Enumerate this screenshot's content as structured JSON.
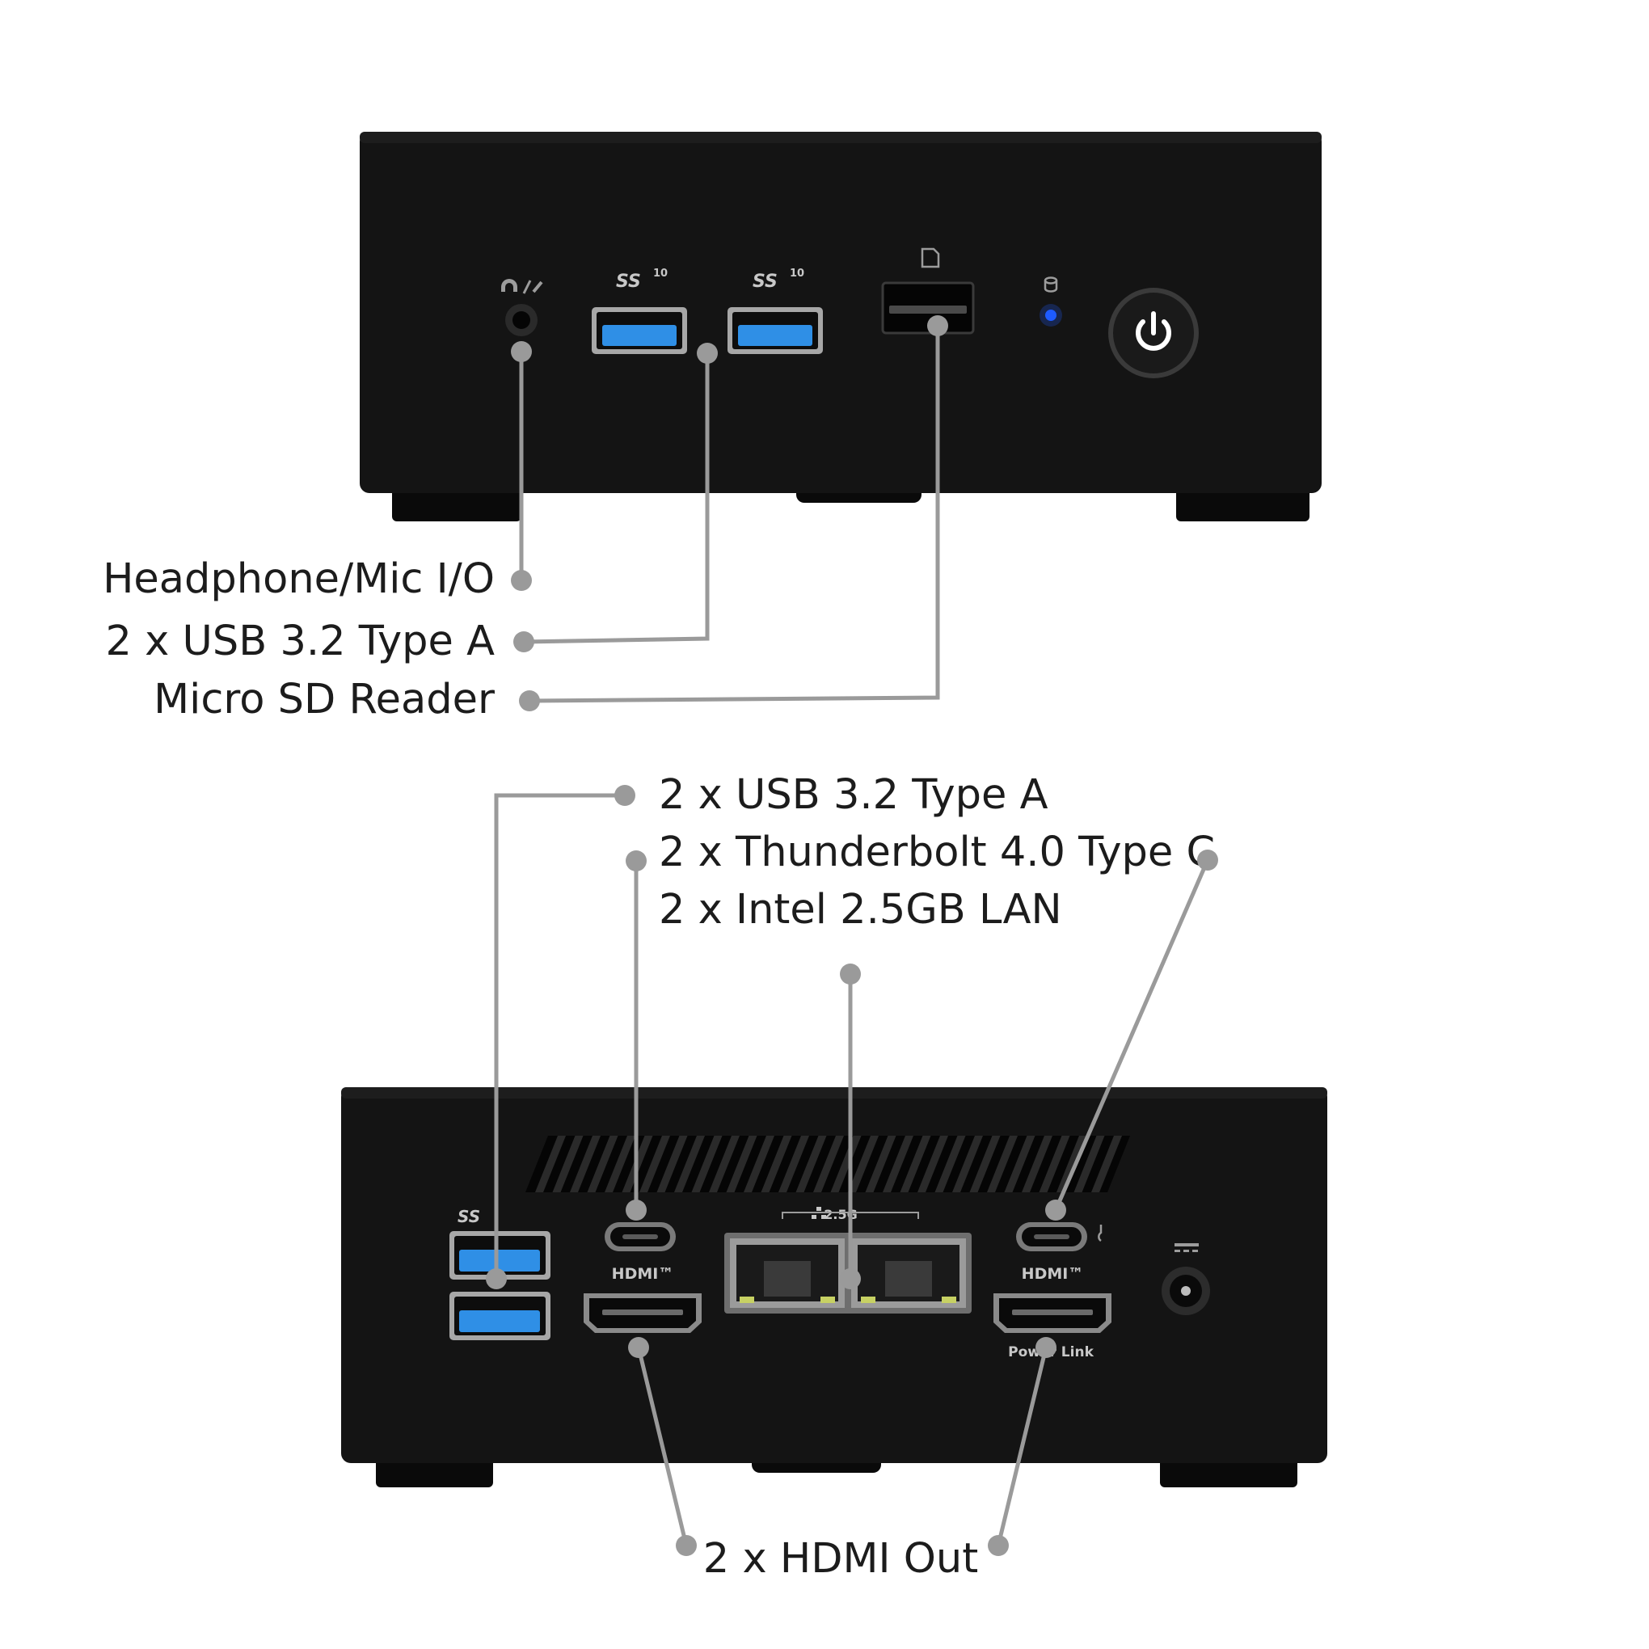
{
  "colors": {
    "background": "#ffffff",
    "chassis": "#141414",
    "leader": "#9a9a9a",
    "usb_blue": "#2f8fe6",
    "led_blue": "#1e5bff",
    "label_text": "#1c1c1c"
  },
  "front_view": {
    "port_marks": {
      "usb_speed_1": "SS",
      "usb_speed_sub_1": "10",
      "usb_speed_2": "SS",
      "usb_speed_sub_2": "10"
    },
    "icons": [
      "headphone-mic-icon",
      "sd-card-icon",
      "storage-led-icon",
      "power-icon"
    ],
    "callouts": [
      {
        "id": "headphone",
        "text": "Headphone/Mic I/O"
      },
      {
        "id": "usb-front",
        "text": "2 x USB 3.2 Type A"
      },
      {
        "id": "sd-reader",
        "text": "Micro SD Reader"
      }
    ]
  },
  "rear_view": {
    "port_marks": {
      "usb_speed": "SS",
      "lan_speed": "2.5G",
      "hdmi_left": "HDMI™",
      "hdmi_right": "HDMI™",
      "power_link": "Power Link"
    },
    "icons": [
      "network-icon",
      "thunderbolt-icon",
      "dc-power-icon"
    ],
    "callouts": [
      {
        "id": "usb-rear",
        "text": "2 x USB 3.2 Type A"
      },
      {
        "id": "thunderbolt",
        "text": "2 x Thunderbolt 4.0 Type C"
      },
      {
        "id": "lan",
        "text": "2 x Intel 2.5GB LAN"
      },
      {
        "id": "hdmi",
        "text": "2 x HDMI Out"
      }
    ]
  }
}
